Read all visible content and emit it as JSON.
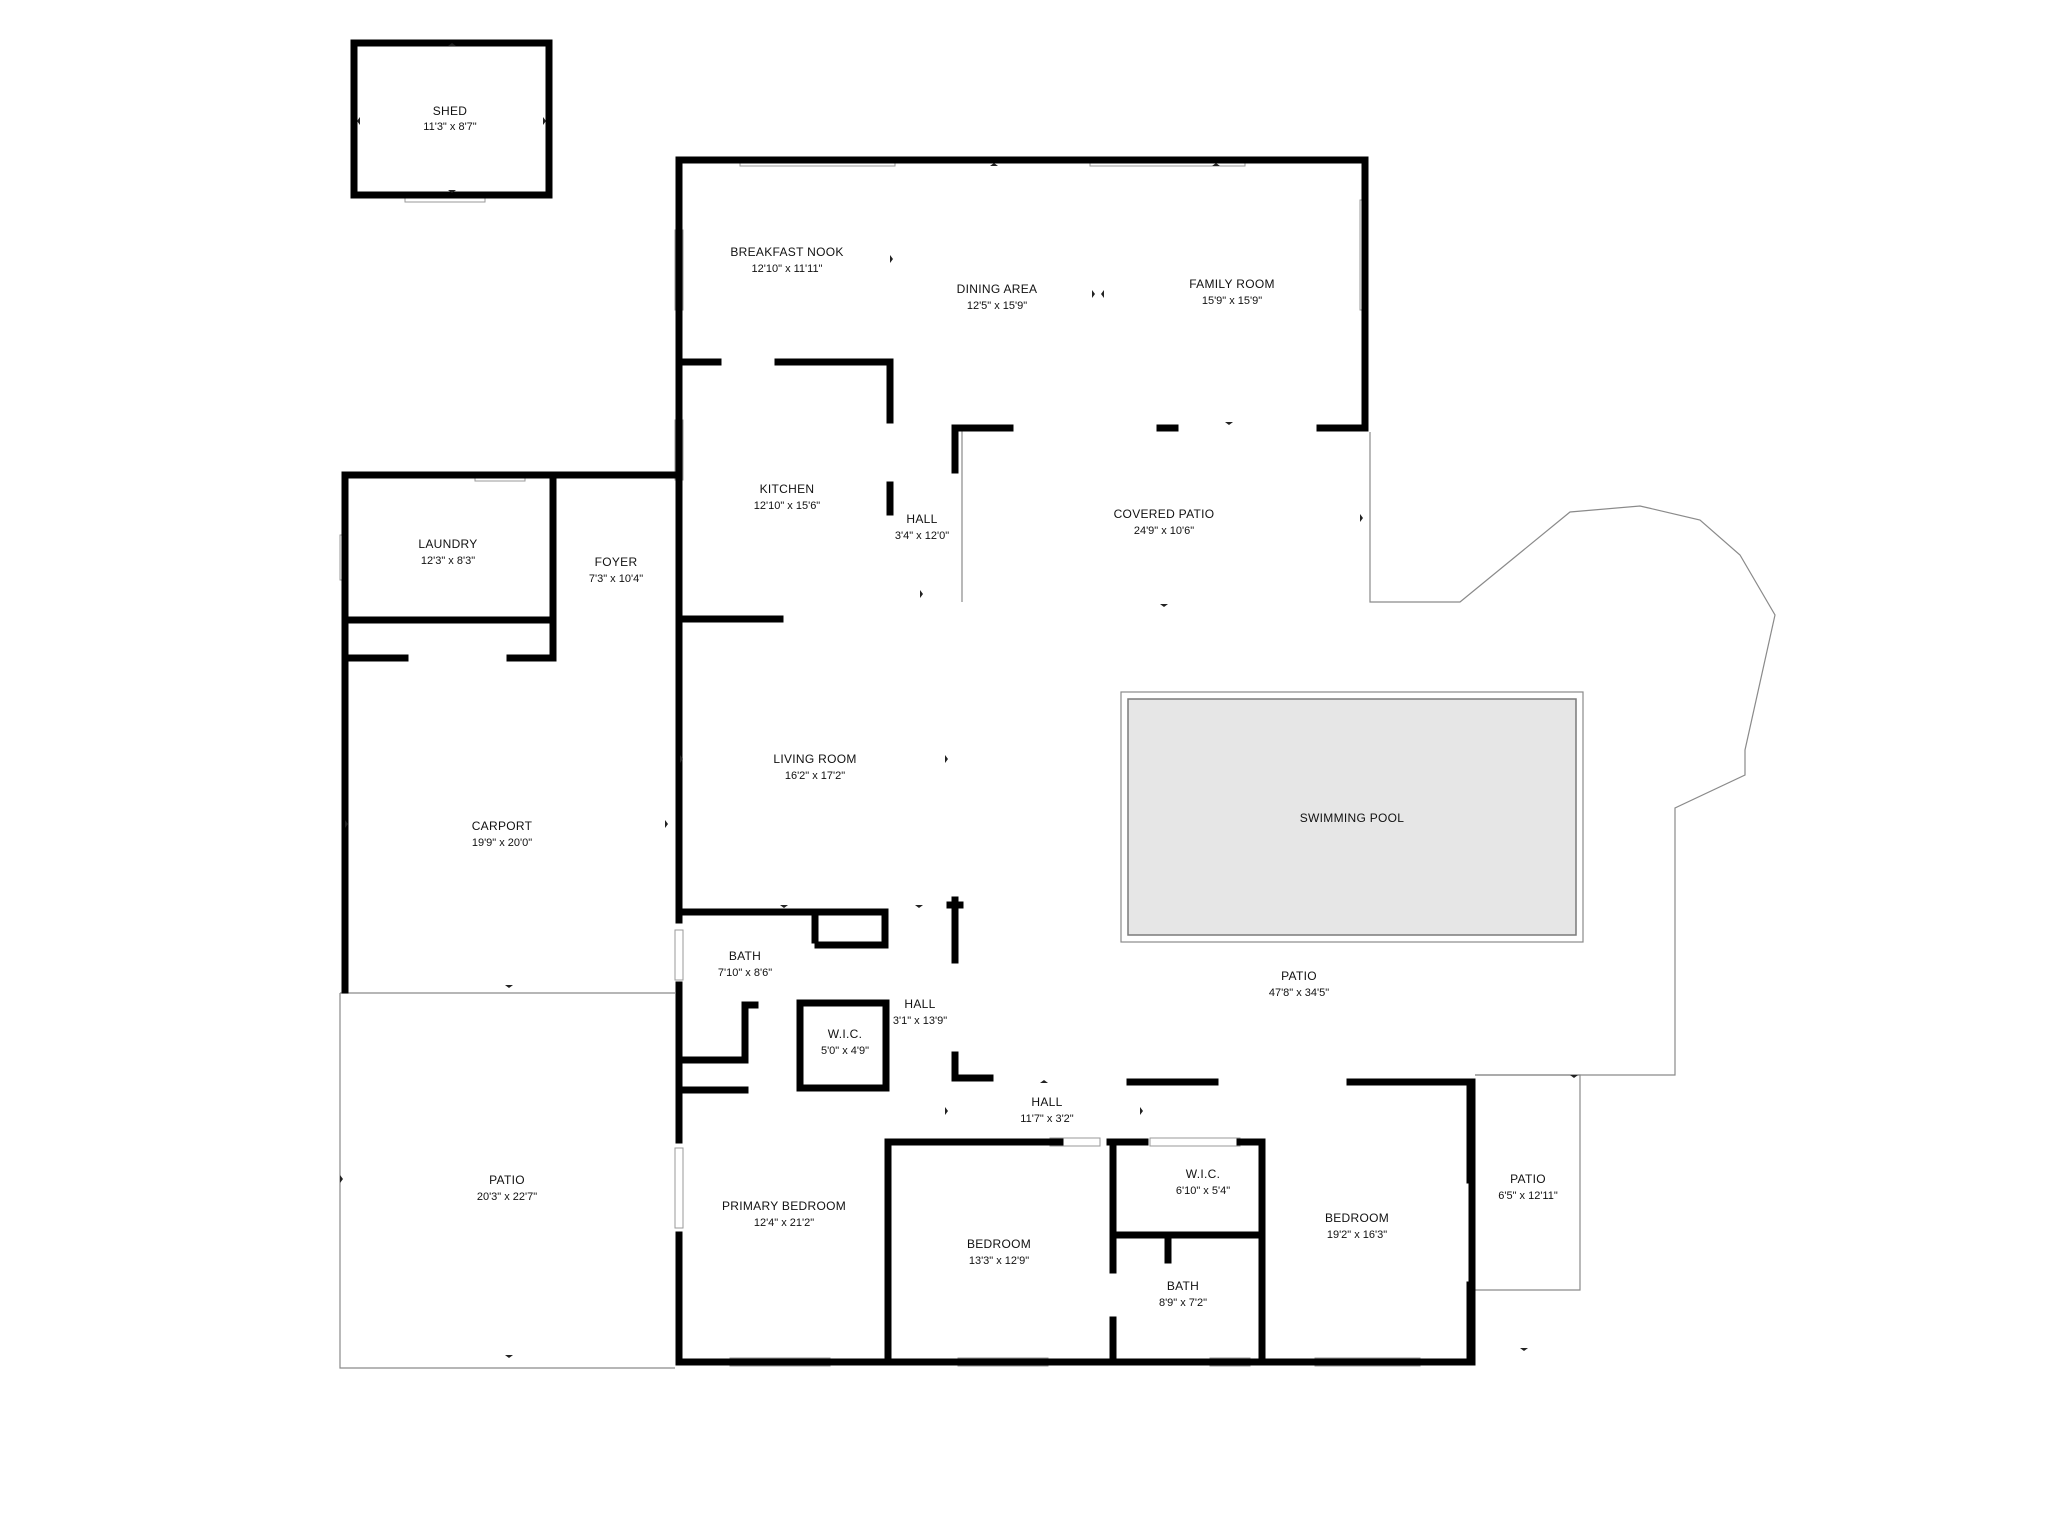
{
  "rooms": {
    "shed": {
      "name": "SHED",
      "dims": "11'3\" x 8'7\""
    },
    "breakfast_nook": {
      "name": "BREAKFAST NOOK",
      "dims": "12'10\" x 11'11\""
    },
    "dining_area": {
      "name": "DINING AREA",
      "dims": "12'5\" x 15'9\""
    },
    "family_room": {
      "name": "FAMILY ROOM",
      "dims": "15'9\" x 15'9\""
    },
    "kitchen": {
      "name": "KITCHEN",
      "dims": "12'10\" x 15'6\""
    },
    "hall_kitchen": {
      "name": "HALL",
      "dims": "3'4\" x 12'0\""
    },
    "covered_patio": {
      "name": "COVERED PATIO",
      "dims": "24'9\" x 10'6\""
    },
    "laundry": {
      "name": "LAUNDRY",
      "dims": "12'3\" x 8'3\""
    },
    "foyer": {
      "name": "FOYER",
      "dims": "7'3\" x 10'4\""
    },
    "living_room": {
      "name": "LIVING ROOM",
      "dims": "16'2\" x 17'2\""
    },
    "carport": {
      "name": "CARPORT",
      "dims": "19'9\" x 20'0\""
    },
    "swimming_pool": {
      "name": "SWIMMING POOL"
    },
    "bath_1": {
      "name": "BATH",
      "dims": "7'10\" x 8'6\""
    },
    "hall_bath": {
      "name": "HALL",
      "dims": "3'1\" x 13'9\""
    },
    "wic_1": {
      "name": "W.I.C.",
      "dims": "5'0\" x 4'9\""
    },
    "patio_main": {
      "name": "PATIO",
      "dims": "47'8\" x 34'5\""
    },
    "hall_bottom": {
      "name": "HALL",
      "dims": "11'7\" x 3'2\""
    },
    "patio_west": {
      "name": "PATIO",
      "dims": "20'3\" x 22'7\""
    },
    "primary_bedroom": {
      "name": "PRIMARY BEDROOM",
      "dims": "12'4\" x 21'2\""
    },
    "bedroom_1": {
      "name": "BEDROOM",
      "dims": "13'3\" x 12'9\""
    },
    "wic_2": {
      "name": "W.I.C.",
      "dims": "6'10\" x 5'4\""
    },
    "bath_2": {
      "name": "BATH",
      "dims": "8'9\" x 7'2\""
    },
    "bedroom_2": {
      "name": "BEDROOM",
      "dims": "19'2\" x 16'3\""
    },
    "patio_east": {
      "name": "PATIO",
      "dims": "6'5\" x 12'11\""
    }
  },
  "colors": {
    "wall": "#000000",
    "background": "#ffffff",
    "pool_fill": "#e6e6e6",
    "outline": "#8a8a8a"
  }
}
